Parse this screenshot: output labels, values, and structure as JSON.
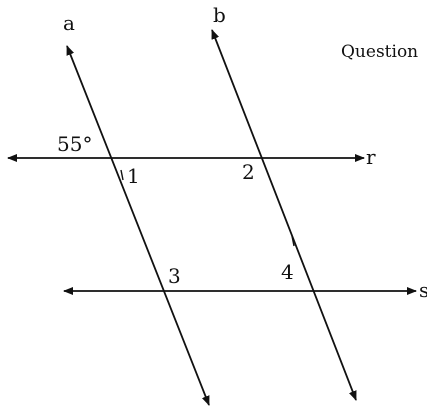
{
  "question_label": "Question",
  "line_labels": {
    "a": "a",
    "b": "b",
    "r": "r",
    "s": "s"
  },
  "angle_given": "55°",
  "angle_labels": {
    "one": "1",
    "two": "2",
    "three": "3",
    "four": "4"
  },
  "colors": {
    "ink": "#111111",
    "background": "#ffffff"
  }
}
